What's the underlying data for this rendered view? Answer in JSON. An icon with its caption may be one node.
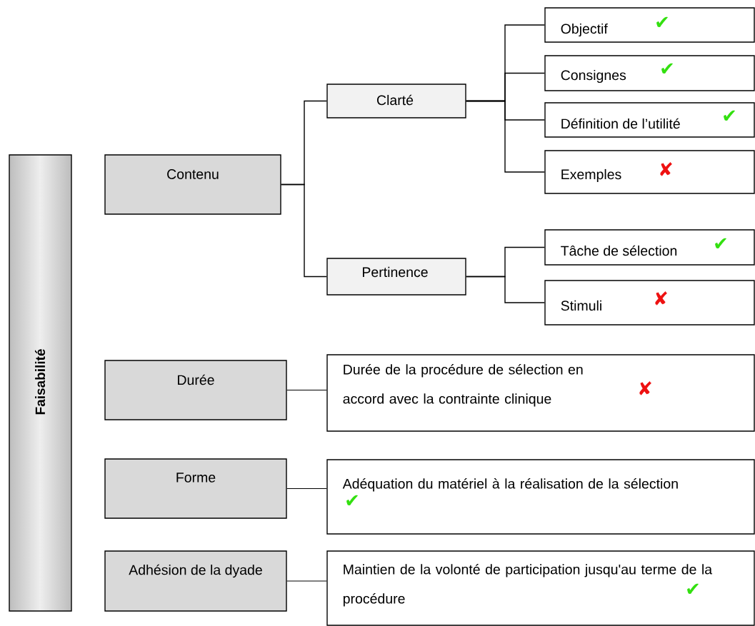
{
  "diagram": {
    "nodes": [
      {
        "text": [
          "Faisabilité"
        ]
      },
      {
        "text": [
          "Contenu"
        ]
      },
      {
        "text": [
          "Clarté"
        ]
      },
      {
        "text": [
          "Objectif",
          "✔"
        ]
      },
      {
        "text": [
          "Consignes",
          "✔"
        ]
      },
      {
        "text": [
          "Définition de l’utilité",
          "✔"
        ]
      },
      {
        "text": [
          "Exemples",
          "✘"
        ]
      },
      {
        "text": [
          "Pertinence"
        ]
      },
      {
        "text": [
          "Tâche de sélection",
          "✔"
        ]
      },
      {
        "text": [
          "Stimuli",
          "✘"
        ]
      },
      {
        "text": [
          "Durée"
        ]
      },
      {
        "text": [
          "Durée de la procédure de sélection en accord avec la contrainte clinique",
          "✘"
        ]
      },
      {
        "text": [
          "Forme"
        ]
      },
      {
        "text": [
          "Adéquation du matériel à la réalisation de la sélection",
          "✔"
        ]
      },
      {
        "text": [
          "Adhésion de la dyade"
        ]
      },
      {
        "text": [
          "Maintien de la volonté de participation jusqu'au terme de la procédure",
          "✔"
        ]
      }
    ],
    "edges": [
      {
        "from": 1,
        "to": 2,
        "arrow": "none"
      },
      {
        "from": 1,
        "to": 7,
        "arrow": "none"
      },
      {
        "from": 2,
        "to": 3,
        "arrow": "none"
      },
      {
        "from": 2,
        "to": 4,
        "arrow": "none"
      },
      {
        "from": 2,
        "to": 5,
        "arrow": "none"
      },
      {
        "from": 2,
        "to": 6,
        "arrow": "none"
      },
      {
        "from": 7,
        "to": 8,
        "arrow": "none"
      },
      {
        "from": 7,
        "to": 9,
        "arrow": "none"
      },
      {
        "from": 10,
        "to": 11,
        "arrow": "none"
      },
      {
        "from": 12,
        "to": 13,
        "arrow": "none"
      },
      {
        "from": 14,
        "to": 15,
        "arrow": "none"
      }
    ]
  }
}
